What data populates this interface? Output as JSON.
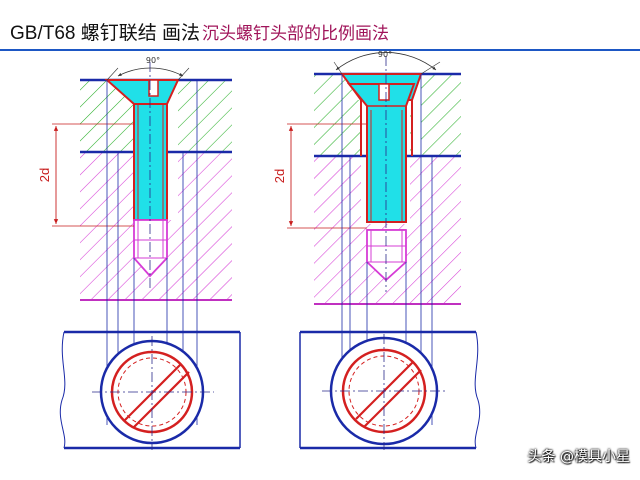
{
  "header": {
    "title": "GB/T68 螺钉联结 画法",
    "subtitle": "沉头螺钉头部的比例画法"
  },
  "figures": [
    {
      "angle_label": "90°",
      "dimension_label": "2d"
    },
    {
      "angle_label": "90°",
      "dimension_label": "2d"
    }
  ],
  "watermark": "头条 @模具小星",
  "colors": {
    "title_rule": "#1d57c4",
    "outline_blue": "#1a2aa8",
    "screw_red": "#d42020",
    "screw_fill": "#20e0e8",
    "hatch_green": "#2cb02c",
    "hatch_magenta": "#d63cd6",
    "dimension_red": "#c81e1e",
    "centerline": "#2a2a8a"
  }
}
